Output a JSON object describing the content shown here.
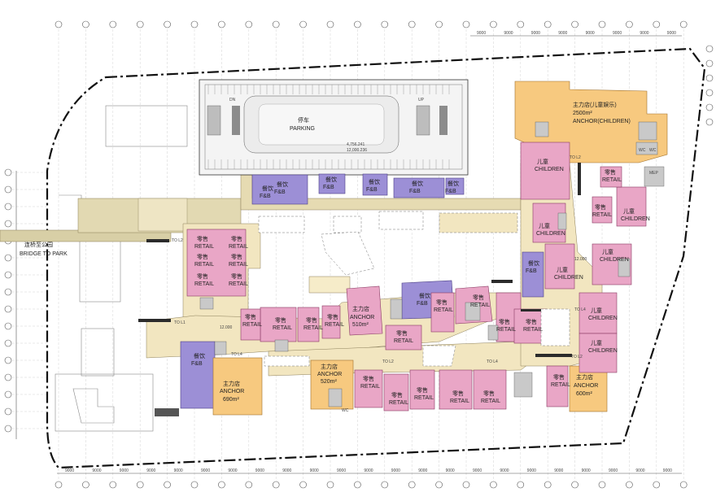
{
  "colors": {
    "background": "#ffffff",
    "retail": "#e9a6c6",
    "fnb": "#9c8fd6",
    "anchor": "#f7c97f",
    "corridor": "#f2e6c0",
    "bridge": "#d8cfa6",
    "parking": "#f4f4f4",
    "service": "#c9c9c9",
    "boundary": "#111111"
  },
  "labels": {
    "parking_cn": "停车",
    "parking_en": "PARKING",
    "parking_note1": "4,756.241",
    "parking_note2": "12,000.236",
    "fnb_cn": "餐饮",
    "fnb_en": "F&B",
    "retail_cn": "零售",
    "retail_en": "RETAIL",
    "children_cn": "儿童",
    "children_en": "CHILDREN",
    "anchor_cn": "主力店",
    "anchor_en": "ANCHOR",
    "anchor_children_cn": "主力店(儿童娱乐)",
    "anchor_children_area": "2500m²",
    "anchor_children_en": "ANCHOR(CHILDREN)",
    "anchor_690": "690m²",
    "anchor_510": "510m²",
    "anchor_520": "520m²",
    "anchor_600": "600m²",
    "bridge_cn": "连桥至公园",
    "bridge_en": "BRIDGE TO PARK",
    "level_mark": "12.000",
    "to_l1": "TO L1",
    "to_l2": "TO L2",
    "to_l4": "TO L4",
    "wc": "WC",
    "mep": "MEP",
    "up": "UP",
    "dn": "DN",
    "dim": "9000"
  }
}
